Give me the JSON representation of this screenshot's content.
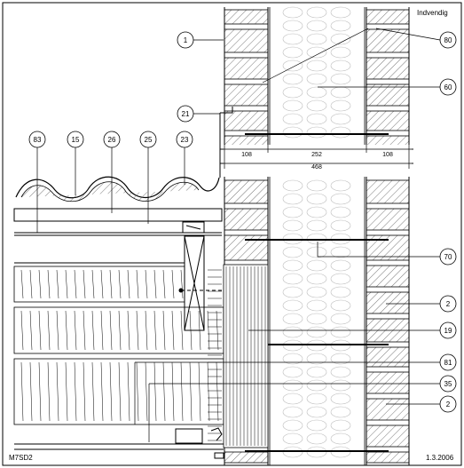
{
  "drawing_code": "M7SD2",
  "date": "1.3.2006",
  "side_label": "Indvendig",
  "dimensions": {
    "outer_leaf": "108",
    "insulation": "252",
    "inner_leaf": "108",
    "total": "468"
  },
  "callouts": [
    "1",
    "80",
    "60",
    "21",
    "83",
    "15",
    "26",
    "25",
    "23",
    "70",
    "2",
    "19",
    "81",
    "35",
    "2"
  ]
}
